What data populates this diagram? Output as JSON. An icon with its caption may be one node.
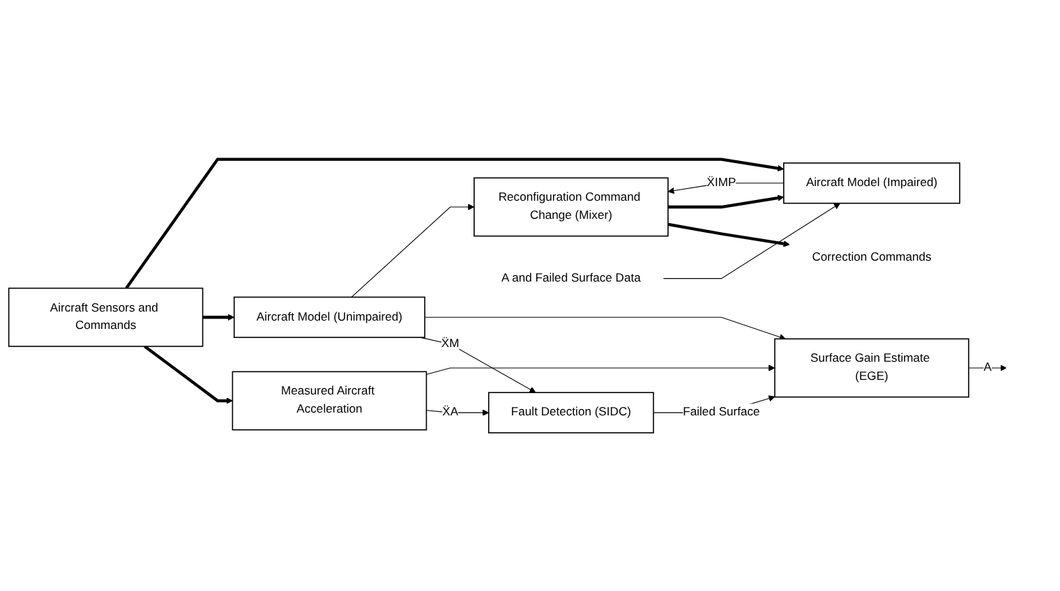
{
  "diagram": {
    "nodes": [
      {
        "text": [
          "Aircraft Sensors and Commands"
        ]
      },
      {
        "text": [
          "Measured Aircraft Acceleration"
        ]
      },
      {
        "text": [
          "Aircraft Model (Unimpaired)"
        ]
      },
      {
        "text": [
          "Aircraft Model (Impaired)"
        ]
      },
      {
        "text": [
          "Fault Detection (SIDC)"
        ]
      },
      {
        "text": [
          "Surface Gain Estimate (EGE)"
        ]
      },
      {
        "text": [
          "Reconfiguration Command Change (Mixer)"
        ]
      },
      {
        "text": [
          "Correction Commands"
        ]
      },
      {
        "text": [
          "A and Failed Surface Data"
        ]
      }
    ],
    "edges": [
      {
        "from": 0,
        "to": 1,
        "arrow": "to",
        "style": "thick"
      },
      {
        "from": 0,
        "to": 2,
        "arrow": "to",
        "style": "thick"
      },
      {
        "from": 0,
        "to": 3,
        "arrow": "to",
        "style": "thick"
      },
      {
        "from": 1,
        "to": 4,
        "arrow": "to",
        "label": "ẌA"
      },
      {
        "from": 1,
        "to": 5,
        "arrow": "to"
      },
      {
        "from": 2,
        "to": 4,
        "arrow": "to",
        "label": "ẌM"
      },
      {
        "from": 2,
        "to": 5,
        "arrow": "to"
      },
      {
        "from": 2,
        "to": 6,
        "arrow": "to"
      },
      {
        "from": 3,
        "to": 6,
        "arrow": "to",
        "label": "ẌIMP"
      },
      {
        "from": 4,
        "to": 5,
        "arrow": "to",
        "label": "Failed Surface"
      },
      {
        "from": 5,
        "to": null,
        "arrow": "to",
        "label": "A"
      },
      {
        "from": 6,
        "to": 7,
        "arrow": "to",
        "style": "thick"
      },
      {
        "from": 6,
        "to": 3,
        "arrow": "to",
        "style": "thick"
      },
      {
        "from": 8,
        "to": 3,
        "arrow": "to"
      }
    ]
  }
}
